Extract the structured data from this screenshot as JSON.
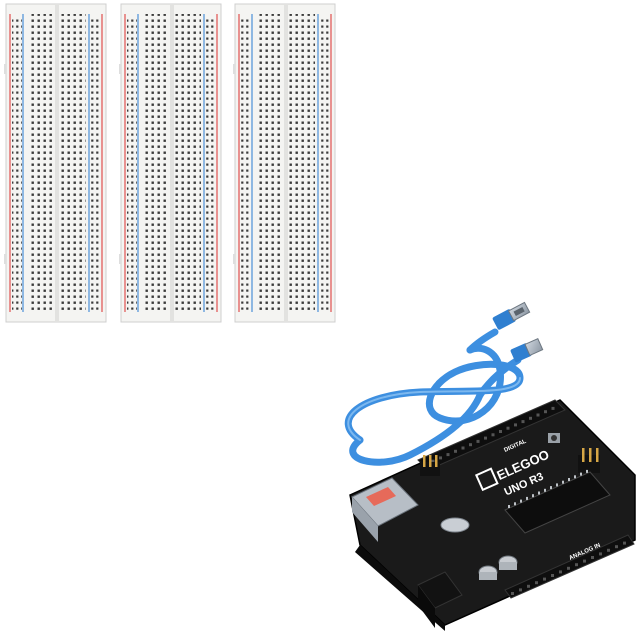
{
  "image": {
    "breadboards": {
      "count": 3,
      "colors": {
        "body": "#f4f4f2",
        "hole": "#2b2b2b",
        "rail_red": "#e05050",
        "rail_blue": "#4a8fd8"
      }
    },
    "usb_cable": {
      "color": "#3d8fe0"
    },
    "arduino": {
      "brand": "ELEGOO",
      "model": "UNO R3",
      "header_label": "DIGITAL",
      "analog_label": "ANALOG IN",
      "colors": {
        "pcb": "#1a1a1a",
        "header": "#111111",
        "silkscreen": "#ffffff"
      }
    }
  }
}
